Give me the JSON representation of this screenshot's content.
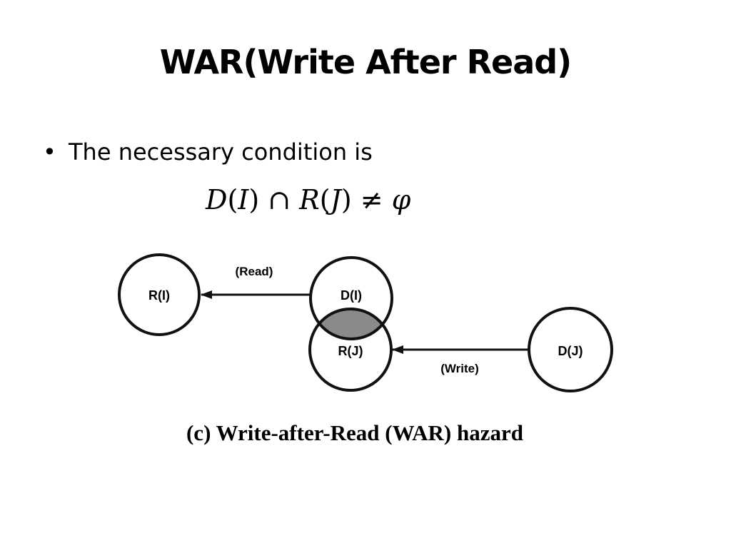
{
  "slide": {
    "title": "WAR(Write After Read)",
    "bullet": "The necessary condition is"
  },
  "formula": {
    "lhs_set": "D",
    "lhs_arg": "I",
    "intersect": "∩",
    "rhs_set": "R",
    "rhs_arg": "J",
    "not_equal": "≠",
    "empty": "φ"
  },
  "diagram": {
    "nodes": {
      "r_i": "R(I)",
      "d_i": "D(I)",
      "r_j": "R(J)",
      "d_j": "D(J)"
    },
    "edges": {
      "read": "(Read)",
      "write": "(Write)"
    },
    "colors": {
      "overlap": "#8a8a8a",
      "stroke": "#111111"
    },
    "caption": "(c) Write-after-Read (WAR) hazard"
  }
}
